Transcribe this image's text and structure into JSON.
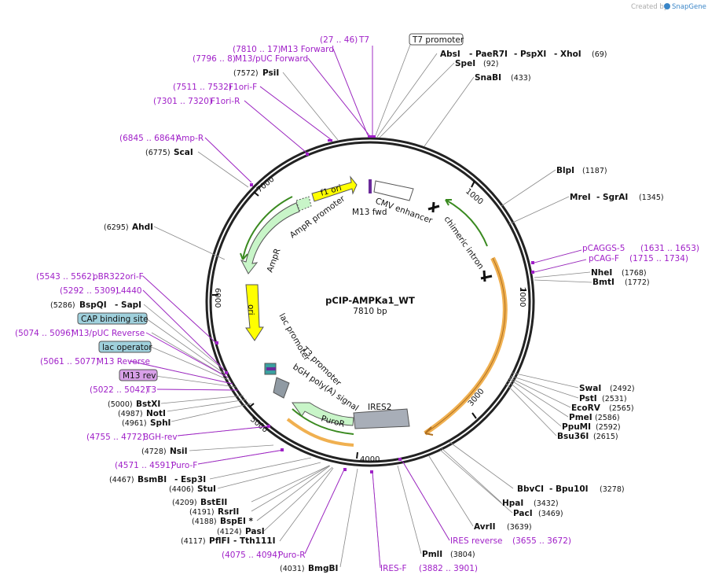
{
  "credit": {
    "created_by": "Created by",
    "app": "SnapGene"
  },
  "plasmid": {
    "name": "pCIP-AMPKa1_WT",
    "size": "7810 bp"
  },
  "ticks": [
    "1000",
    "2000",
    "3000",
    "4000",
    "5000",
    "6000",
    "7000"
  ],
  "features": {
    "f1_ori": "f1 ori",
    "ampr_promoter": "AmpR promoter",
    "ampr": "AmpR",
    "ori": "ori",
    "cmv_enhancer": "CMV enhancer",
    "m13_fwd": "M13 fwd",
    "chimeric_intron": "chimeric intron",
    "lac_promoter": "lac promoter",
    "t3_promoter": "T3 promoter",
    "bgh": "bGH poly(A) signal",
    "puror": "PuroR",
    "ires2": "IRES2"
  },
  "labels": {
    "t7_promoter": "T7 promoter",
    "cap_site": "CAP binding site",
    "lac_operator": "lac operator",
    "m13_rev_box": "M13 rev",
    "t7": {
      "range": "(27 .. 46)",
      "name": "T7"
    },
    "m13_forward": {
      "range": "(7810 .. 17)",
      "name": "M13 Forward"
    },
    "m13_puc_forward": {
      "range": "(7796 .. 8)",
      "name": "M13/pUC Forward"
    },
    "psil": {
      "pos": "(7572)",
      "name": "PsiI"
    },
    "f1ori_f": {
      "range": "(7511 .. 7532)",
      "name": "F1ori-F"
    },
    "f1ori_r": {
      "range": "(7301 .. 7320)",
      "name": "F1ori-R"
    },
    "amp_r": {
      "range": "(6845 .. 6864)",
      "name": "Amp-R"
    },
    "scai": {
      "pos": "(6775)",
      "name": "ScaI"
    },
    "ahdi": {
      "pos": "(6295)",
      "name": "AhdI"
    },
    "pbr322": {
      "range": "(5543 .. 5562)",
      "name": "pBR322ori-F"
    },
    "l4440": {
      "range": "(5292 .. 5309)",
      "name": "L4440"
    },
    "bspqi": {
      "pos": "(5286)",
      "name": "BspQI",
      "name2": "- SapI"
    },
    "m13_puc_reverse": {
      "range": "(5074 .. 5096)",
      "name": "M13/pUC Reverse"
    },
    "m13_reverse": {
      "range": "(5061 .. 5077)",
      "name": "M13 Reverse"
    },
    "t3": {
      "range": "(5022 .. 5042)",
      "name": "T3"
    },
    "bstxi": {
      "pos": "(5000)",
      "name": "BstXI"
    },
    "noti": {
      "pos": "(4987)",
      "name": "NotI"
    },
    "sphi": {
      "pos": "(4961)",
      "name": "SphI"
    },
    "bgh_rev": {
      "range": "(4755 .. 4772)",
      "name": "BGH-rev"
    },
    "nsii": {
      "pos": "(4728)",
      "name": "NsiI"
    },
    "puro_f": {
      "range": "(4571 .. 4591)",
      "name": "Puro-F"
    },
    "bsmbi": {
      "pos": "(4467)",
      "name": "BsmBI",
      "name2": "- Esp3I"
    },
    "stui": {
      "pos": "(4406)",
      "name": "StuI"
    },
    "bsteii": {
      "pos": "(4209)",
      "name": "BstEII"
    },
    "rsrii": {
      "pos": "(4191)",
      "name": "RsrII"
    },
    "bspei": {
      "pos": "(4188)",
      "name": "BspEI *"
    },
    "pasi": {
      "pos": "(4124)",
      "name": "PasI"
    },
    "pflfi": {
      "pos": "(4117)",
      "name": "PflFI",
      "name2": "- Tth111I"
    },
    "puro_r": {
      "range": "(4075 .. 4094)",
      "name": "Puro-R"
    },
    "bmgbi": {
      "pos": "(4031)",
      "name": "BmgBI"
    },
    "ires_f": {
      "name": "IRES-F",
      "range": "(3882 .. 3901)"
    },
    "pmli": {
      "name": "PmlI",
      "pos": "(3804)"
    },
    "ires_reverse": {
      "name": "IRES reverse",
      "range": "(3655 .. 3672)"
    },
    "avrii": {
      "name": "AvrII",
      "pos": "(3639)"
    },
    "paci": {
      "name": "PacI",
      "pos": "(3469)"
    },
    "hpai": {
      "name": "HpaI",
      "pos": "(3432)"
    },
    "bbvci": {
      "name": "BbvCI",
      "name2": "- Bpu10I",
      "pos": "(3278)"
    },
    "bsu36i": {
      "name": "Bsu36I",
      "pos": "(2615)"
    },
    "ppumi": {
      "name": "PpuMI",
      "pos": "(2592)"
    },
    "pmei": {
      "name": "PmeI",
      "pos": "(2586)"
    },
    "ecorv": {
      "name": "EcoRV",
      "pos": "(2565)"
    },
    "psti": {
      "name": "PstI",
      "pos": "(2531)"
    },
    "swai": {
      "name": "SwaI",
      "pos": "(2492)"
    },
    "bmti": {
      "name": "BmtI",
      "pos": "(1772)"
    },
    "nhei": {
      "name": "NheI",
      "pos": "(1768)"
    },
    "pcag_f": {
      "name": "pCAG-F",
      "range": "(1715 .. 1734)"
    },
    "pcaggs5": {
      "name": "pCAGGS-5",
      "range": "(1631 .. 1653)"
    },
    "mrei": {
      "name": "MreI",
      "name2": "- SgrAI",
      "pos": "(1345)"
    },
    "blpi": {
      "name": "BlpI",
      "pos": "(1187)"
    },
    "snabi": {
      "name": "SnaBI",
      "pos": "(433)"
    },
    "spei": {
      "name": "SpeI",
      "pos": "(92)"
    },
    "absi": {
      "name": "AbsI",
      "name2": "- PaeR7I",
      "name3": "- PspXI",
      "name4": "- XhoI",
      "pos": "(69)"
    }
  },
  "colors": {
    "primer": "#a020c8",
    "ori": "#ffff00",
    "resistance": "#c8f5c8",
    "promoter": "#ffffff",
    "intron": "#f0b050",
    "ires": "#a8aeb8",
    "signal": "#909aa3",
    "enzyme": "#111111"
  }
}
